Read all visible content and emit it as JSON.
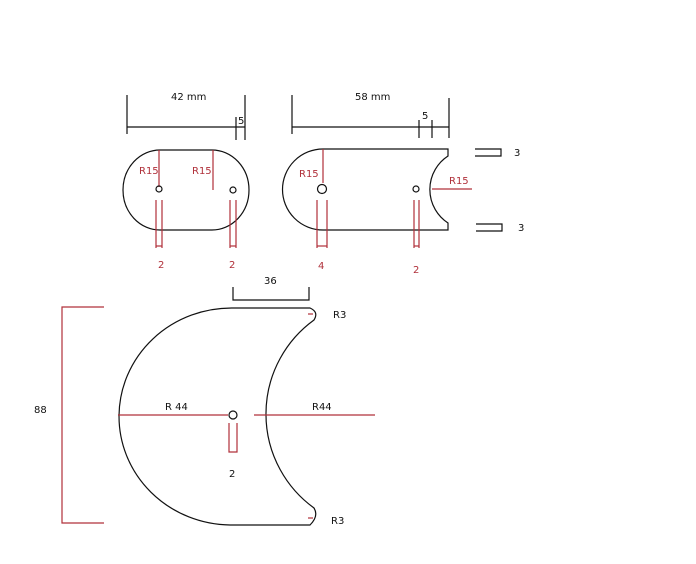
{
  "colors": {
    "outline": "#111111",
    "dimension": "#b0303a",
    "background": "#ffffff"
  },
  "view1": {
    "width_label": "42 mm",
    "offset_label": "5",
    "radius_left": "R15",
    "radius_right": "R15",
    "hole_left_label": "2",
    "hole_right_label": "2"
  },
  "view2": {
    "width_label": "58 mm",
    "offset_label": "5",
    "radius_left": "R15",
    "radius_right": "R15",
    "hole_left_label": "4",
    "hole_right_label": "2",
    "tab_top_label": "3",
    "tab_bottom_label": "3"
  },
  "view3": {
    "top_width_label": "36",
    "height_label": "88",
    "radius_outer": "R 44",
    "radius_inner": "R44",
    "hole_label": "2",
    "tip_top_label": "R3",
    "tip_bottom_label": "R3"
  }
}
